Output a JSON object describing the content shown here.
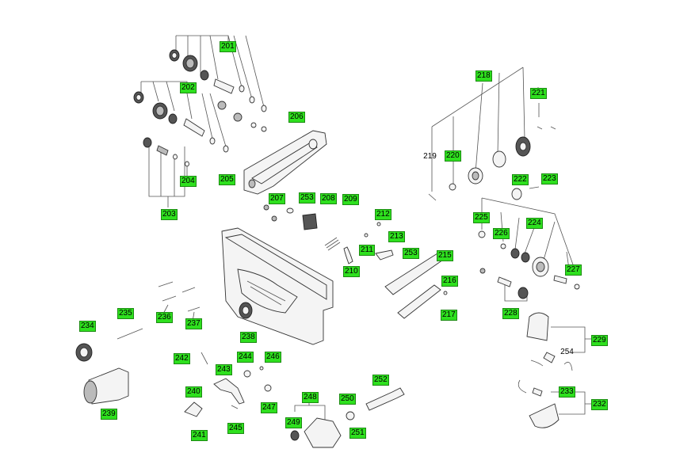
{
  "diagram": {
    "labels": {
      "201": "201",
      "202": "202",
      "203": "203",
      "204": "204",
      "205": "205",
      "206": "206",
      "207": "207",
      "208": "208",
      "209": "209",
      "210": "210",
      "211": "211",
      "212": "212",
      "213": "213",
      "215": "215",
      "216": "216",
      "217": "217",
      "218": "218",
      "219": "219",
      "220": "220",
      "221": "221",
      "222": "222",
      "223": "223",
      "225": "225",
      "226": "226",
      "224": "224",
      "227": "227",
      "228": "228",
      "229": "229",
      "232": "232",
      "233": "233",
      "234": "234",
      "235": "235",
      "236": "236",
      "237": "237",
      "238": "238",
      "239": "239",
      "240": "240",
      "241": "241",
      "242": "242",
      "243": "243",
      "244": "244",
      "245": "245",
      "246": "246",
      "247": "247",
      "248": "248",
      "249": "249",
      "250": "250",
      "251": "251",
      "252": "252",
      "253a": "253",
      "253b": "253",
      "254": "254"
    }
  }
}
